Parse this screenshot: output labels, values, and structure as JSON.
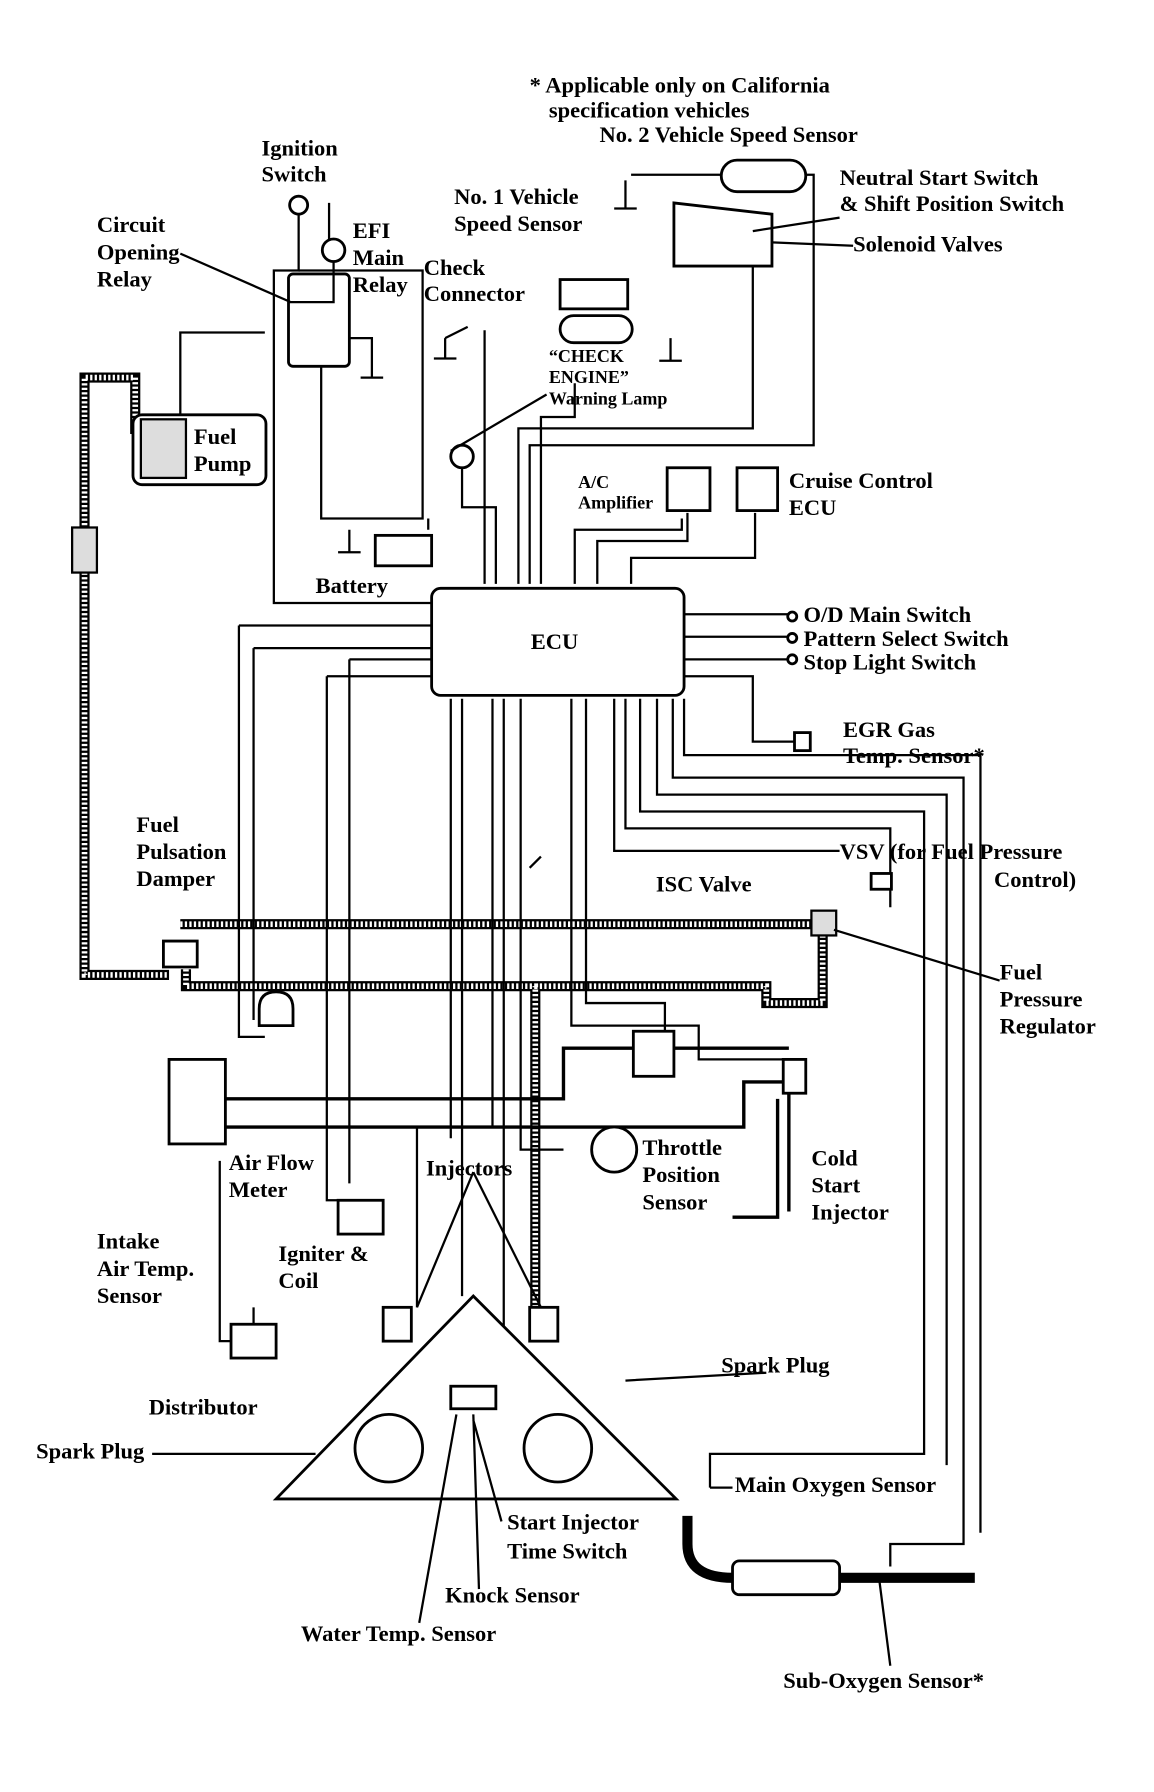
{
  "footnote": [
    "* Applicable only on California",
    "specification vehicles"
  ],
  "ecu": "ECU",
  "labels": {
    "no2_speed_sensor": "No. 2 Vehicle Speed Sensor",
    "ignition_switch": [
      "Ignition",
      "Switch"
    ],
    "circuit_opening_relay": [
      "Circuit",
      "Opening",
      "Relay"
    ],
    "efi_main_relay": [
      "EFI",
      "Main",
      "Relay"
    ],
    "check_connector": [
      "Check",
      "Connector"
    ],
    "no1_speed_sensor": [
      "No. 1 Vehicle",
      "Speed Sensor"
    ],
    "neutral_start_switch": [
      "Neutral Start Switch",
      "& Shift Position Switch"
    ],
    "solenoid_valves": "Solenoid Valves",
    "check_engine_lamp": [
      "“CHECK",
      "ENGINE”",
      "Warning Lamp"
    ],
    "fuel_pump": [
      "Fuel",
      "Pump"
    ],
    "ac_amplifier": [
      "A/C",
      "Amplifier"
    ],
    "cruise_control_ecu": [
      "Cruise Control",
      "ECU"
    ],
    "battery": "Battery",
    "od_main_switch": "O/D Main Switch",
    "pattern_select_switch": "Pattern Select Switch",
    "stop_light_switch": "Stop Light Switch",
    "egr_gas_temp_sensor": [
      "EGR Gas",
      "Temp. Sensor*"
    ],
    "fuel_pulsation_damper": [
      "Fuel",
      "Pulsation",
      "Damper"
    ],
    "vsv": [
      "VSV (for Fuel Pressure",
      "Control)"
    ],
    "isc_valve": "ISC Valve",
    "fuel_pressure_regulator": [
      "Fuel",
      "Pressure",
      "Regulator"
    ],
    "air_flow_meter": [
      "Air Flow",
      "Meter"
    ],
    "injectors": "Injectors",
    "throttle_position_sensor": [
      "Throttle",
      "Position",
      "Sensor"
    ],
    "cold_start_injector": [
      "Cold",
      "Start",
      "Injector"
    ],
    "intake_air_temp_sensor": [
      "Intake",
      "Air Temp.",
      "Sensor"
    ],
    "igniter_coil": [
      "Igniter &",
      "Coil"
    ],
    "distributor": "Distributor",
    "spark_plug_right": "Spark Plug",
    "spark_plug_left": "Spark Plug",
    "main_oxygen_sensor": "Main Oxygen Sensor",
    "start_injector_time_switch": [
      "Start Injector",
      "Time Switch"
    ],
    "knock_sensor": "Knock Sensor",
    "water_temp_sensor": "Water Temp. Sensor",
    "sub_oxygen_sensor": "Sub-Oxygen Sensor*"
  }
}
